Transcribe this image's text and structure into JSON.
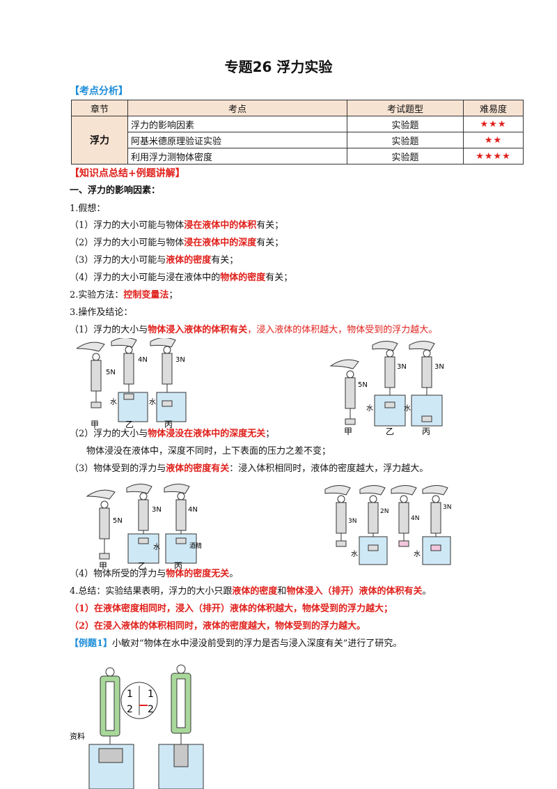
{
  "title": "专题26 浮力实验",
  "section_analysis": "【考点分析】",
  "table": {
    "headers": [
      "章节",
      "考点",
      "考试题型",
      "难易度"
    ],
    "chapter": "浮力",
    "rows": [
      {
        "point": "浮力的影响因素",
        "type": "实验题",
        "stars": "★★★"
      },
      {
        "point": "阿基米德原理验证实验",
        "type": "实验题",
        "stars": "★★"
      },
      {
        "point": "利用浮力测物体密度",
        "type": "实验题",
        "stars": "★★★★"
      }
    ]
  },
  "section_knowledge": "【知识点总结+例题讲解】",
  "heading1": "一、浮力的影响因素：",
  "hyp": {
    "title": "1.假想：",
    "l1a": "（1）浮力的大小可能与物体",
    "l1b": "浸在液体中的体积",
    "l1c": "有关；",
    "l2a": "（2）浮力的大小可能与物体",
    "l2b": "浸在液体中的深度",
    "l2c": "有关；",
    "l3a": "（3）浮力的大小可能与",
    "l3b": "液体的密度",
    "l3c": "有关；",
    "l4a": "（4）浮力的大小可能与浸在液体中的",
    "l4b": "物体的密度",
    "l4c": "有关；"
  },
  "method": {
    "a": "2.实验方法：",
    "b": "控制变量法",
    "c": "；"
  },
  "ops": {
    "title": "3.操作及结论："
  },
  "c1": {
    "a": "（1）浮力的大小与",
    "b": "物体浸入液体的体积有关",
    "c": "，浸入液体的体积越大，物体受到的浮力越大。"
  },
  "c2": {
    "a": "（2）浮力的大小与",
    "b": "物体浸没在液体中的深度无关",
    "c": "；",
    "d": "物体浸没在液体中，深度不同时，上下表面的压力之差不变；"
  },
  "c3": {
    "a": "（3）物体受到的浮力与",
    "b": "液体的密度有关",
    "c": "：浸入体积相同时，液体的密度越大，浮力越大。"
  },
  "c4": {
    "a": "（4）物体所受的浮力与",
    "b": "物体的密度无关",
    "c": "。"
  },
  "summary": {
    "a": "4.总结：实验结果表明，浮力的大小只跟",
    "b": "液体的密度",
    "c": "和",
    "d": "物体浸入（排开）液体的体积有关",
    "e": "。",
    "l1": "（1）在液体密度相同时，浸入（排开）液体的体积越大，物体受到的浮力越大；",
    "l2": "（2）在浸入液体的体积相同时，液体的密度越大，物体受到的浮力越大。"
  },
  "example": {
    "tag": "【例题1】",
    "text": "小敏对“物体在水中浸没前受到的浮力是否与浸入深度有关”进行了研究。"
  },
  "fig_labels": {
    "f1": {
      "r1": "5N",
      "r2": "4N",
      "r3": "3N",
      "water": "水",
      "a": "甲",
      "b": "乙",
      "c": "丙"
    },
    "f2": {
      "r1": "5N",
      "r2": "3N",
      "r3": "3N",
      "water": "水",
      "a": "甲",
      "b": "乙",
      "c": "丙"
    },
    "f3": {
      "r1": "5N",
      "r2": "3N",
      "r3": "4N",
      "water": "水",
      "alcohol": "酒精",
      "a": "甲",
      "b": "乙",
      "c": "丙"
    },
    "f4": {
      "r1": "3N",
      "r2": "2N",
      "r3": "4N",
      "r4": "3N",
      "water": "水"
    },
    "f5": {
      "ziliao": "资料",
      "one": "1",
      "two": "2"
    }
  }
}
